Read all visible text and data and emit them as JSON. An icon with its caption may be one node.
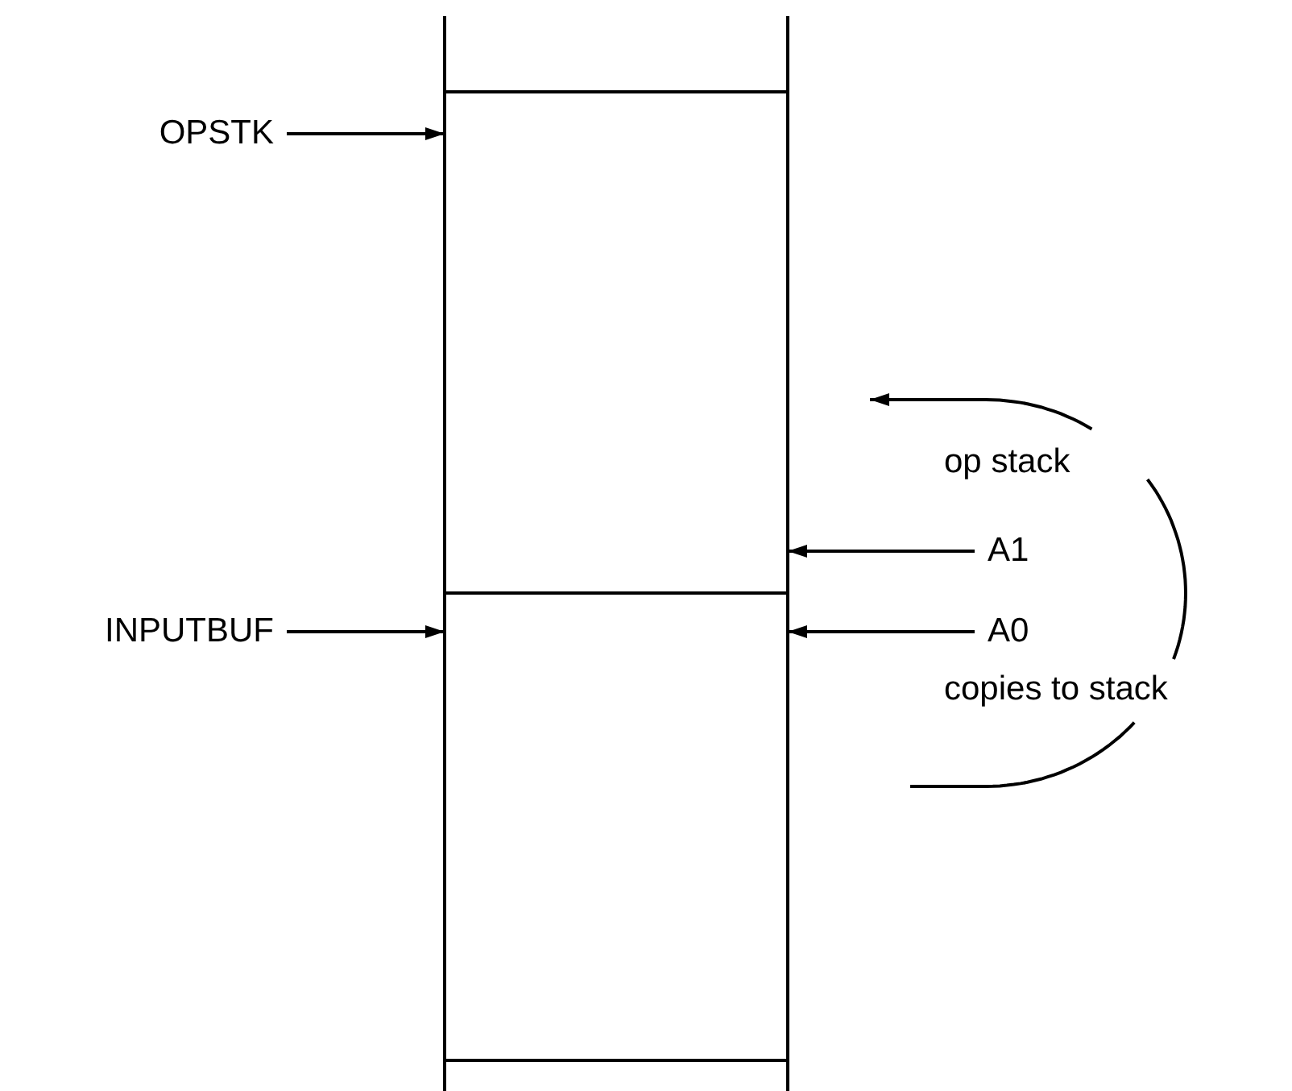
{
  "diagram": {
    "nodes": [
      {
        "text": [
          "OPSTK"
        ]
      },
      {
        "text": [
          "INPUTBUF"
        ]
      },
      {
        "text": [],
        "shape": "box"
      },
      {
        "text": [],
        "shape": "box"
      },
      {
        "text": [
          "A1"
        ]
      },
      {
        "text": [
          "A0"
        ]
      }
    ],
    "edges": [
      {
        "from": 0,
        "to": 2,
        "arrow": "to"
      },
      {
        "from": 1,
        "to": 3,
        "arrow": "to"
      },
      {
        "from": 4,
        "to": 2,
        "arrow": "to"
      },
      {
        "from": 5,
        "to": 3,
        "arrow": "to"
      }
    ],
    "labels": [
      "op stack",
      "copies to stack"
    ]
  }
}
